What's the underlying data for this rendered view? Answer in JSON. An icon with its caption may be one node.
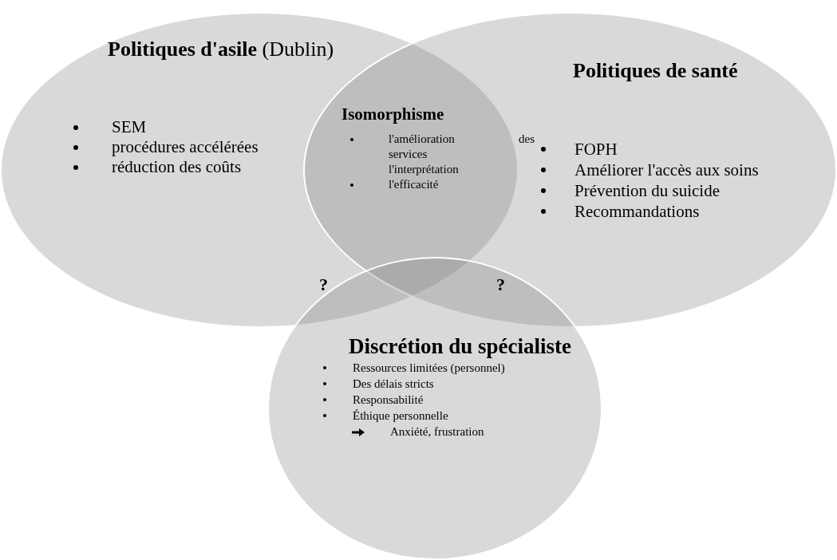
{
  "diagram": {
    "nodes": [
      {
        "text": [
          "**Politiques d'asile** (Dublin)",
          "SEM",
          "procédures accélérées",
          "réduction des coûts"
        ]
      },
      {
        "text": [
          "Politiques de santé",
          "FOPH",
          "Améliorer l'accès aux soins",
          "Prévention du suicide",
          "Recommandations"
        ]
      },
      {
        "text": [
          "Discrétion du spécialiste",
          "Ressources limitées (personnel)",
          "Des délais stricts",
          "Responsabilité",
          "Éthique personnelle",
          "Anxiété, frustration"
        ]
      }
    ],
    "labels": [
      "Isomorphisme",
      "l'amélioration services l'interprétation",
      "des",
      "l'efficacité",
      "?",
      "?"
    ]
  }
}
